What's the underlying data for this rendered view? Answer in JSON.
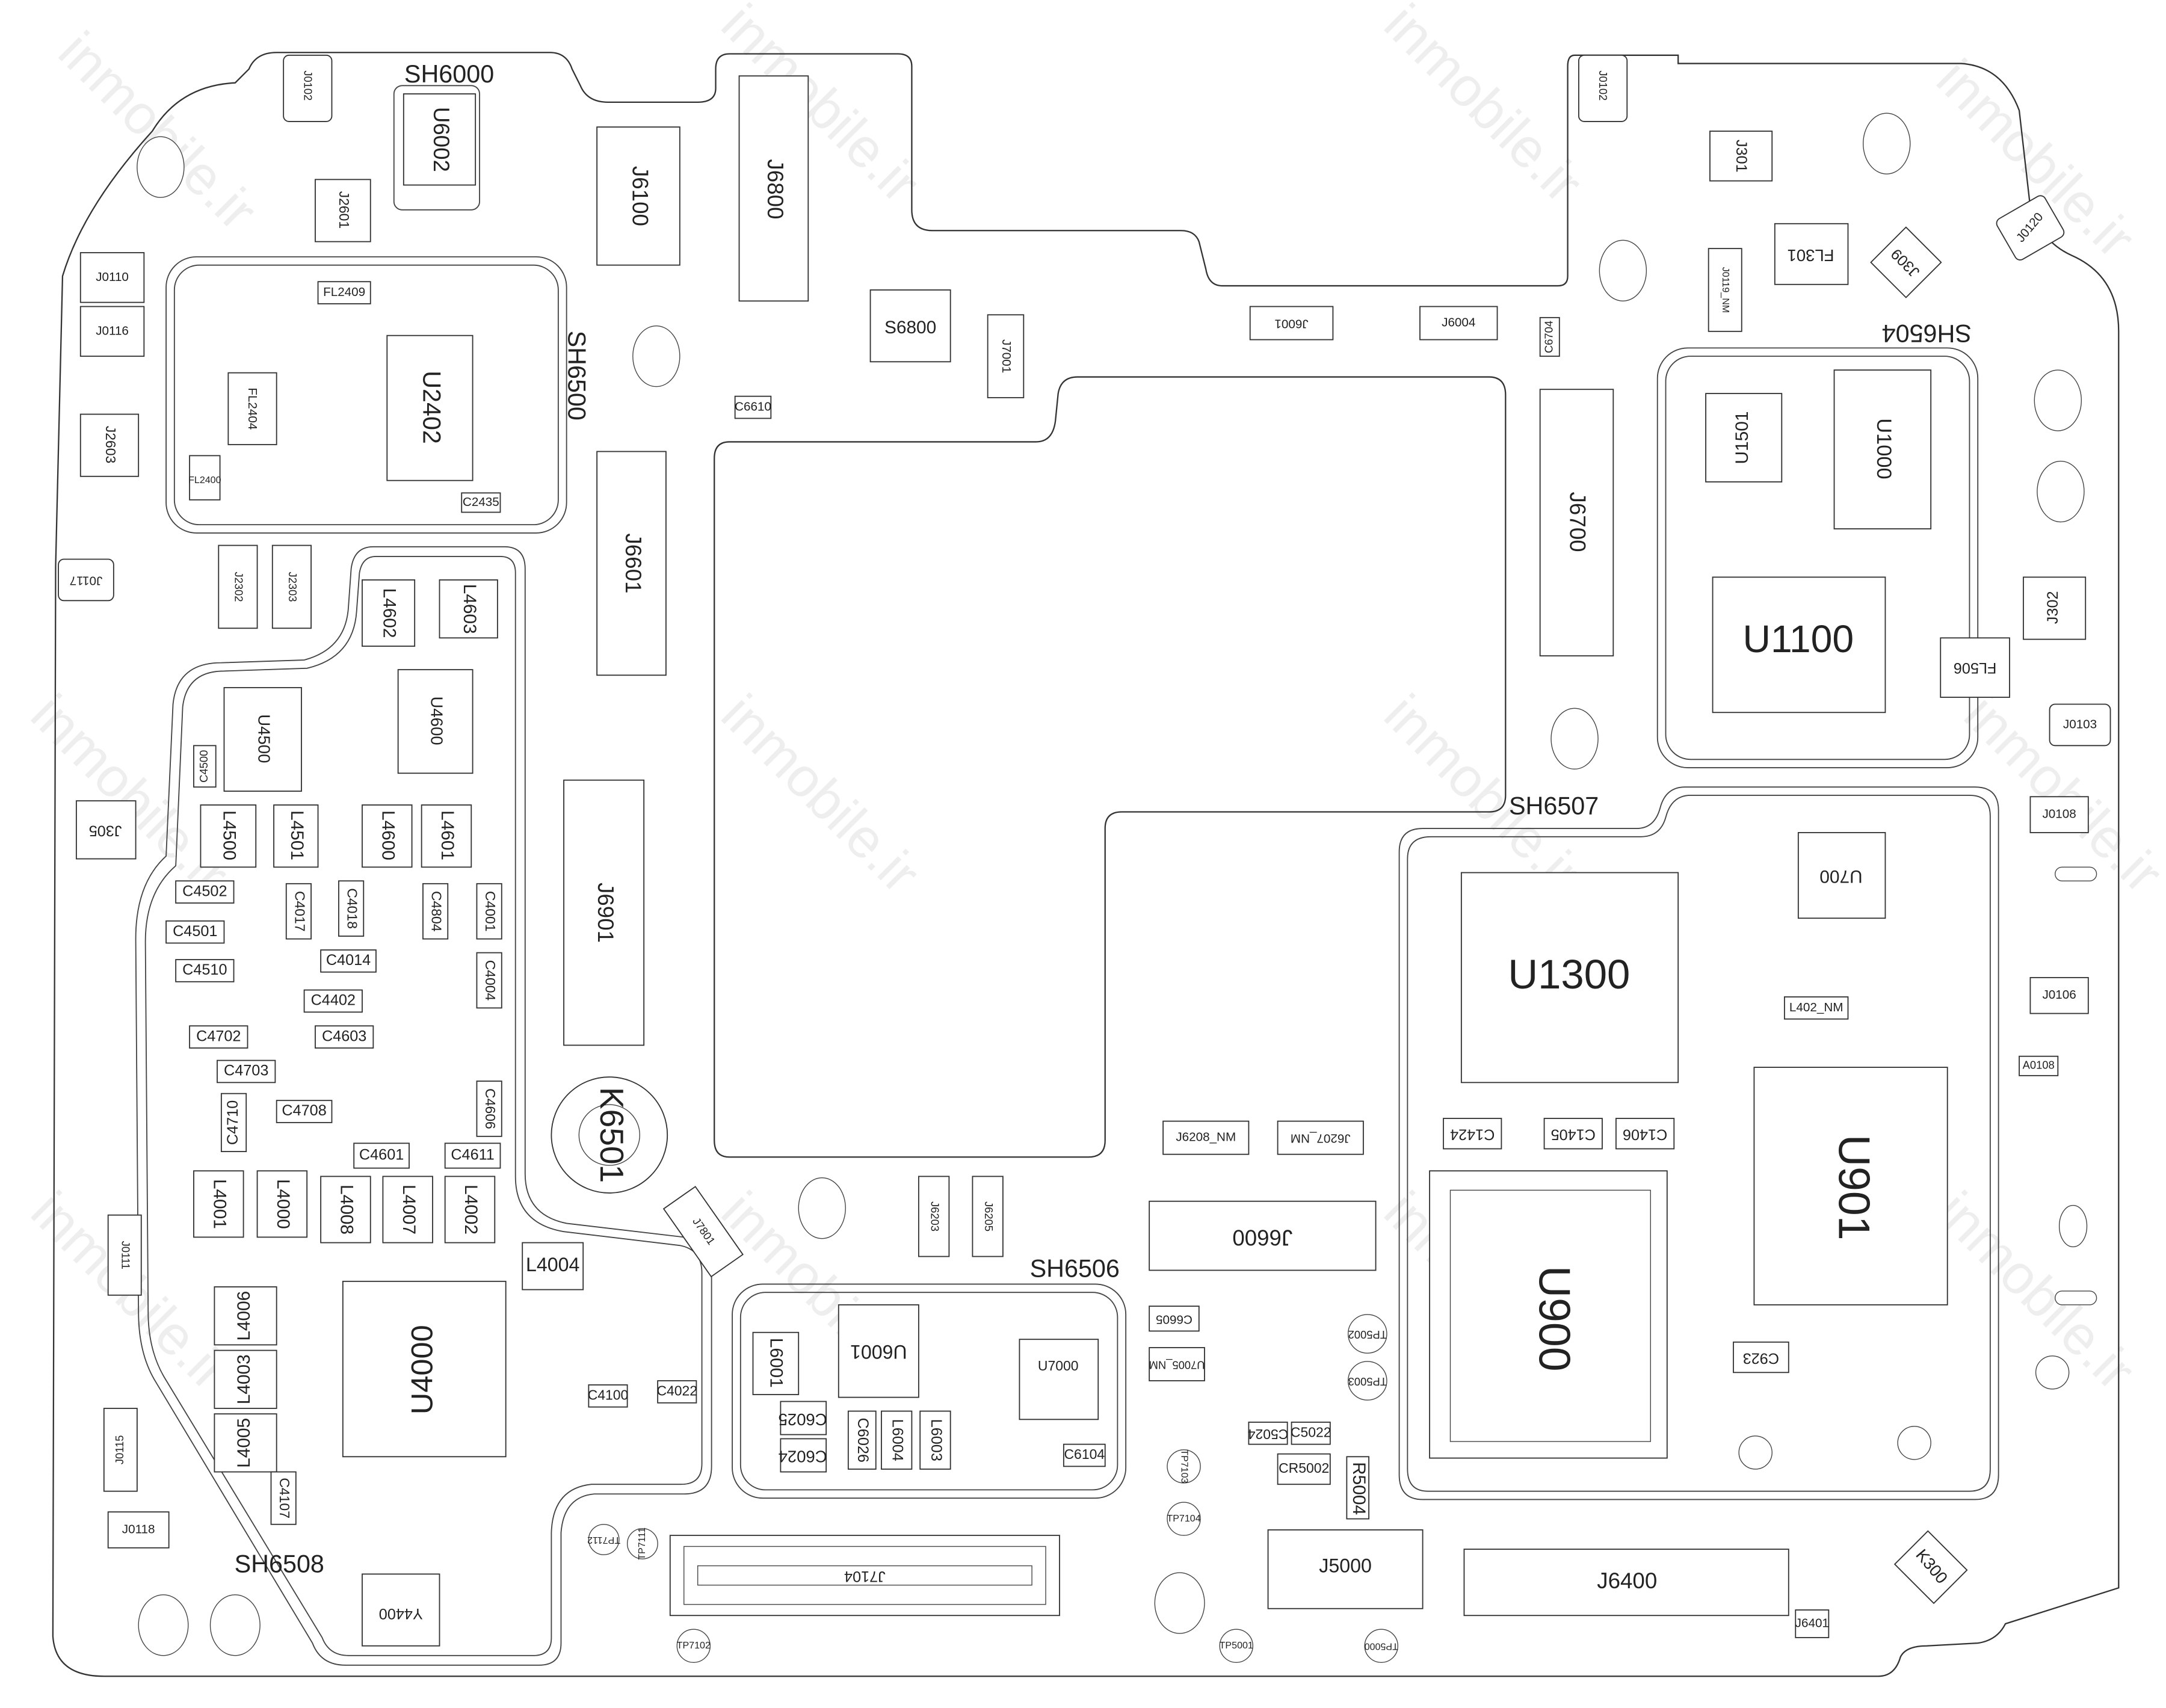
{
  "watermark": "inmobile.ir",
  "shields": {
    "sh6000": "SH6000",
    "sh6500": "SH6500",
    "sh6504": "SH6504",
    "sh6507": "SH6507",
    "sh6506": "SH6506",
    "sh6508": "SH6508"
  },
  "components": {
    "u6002": "U6002",
    "j6100": "J6100",
    "j6800": "J6800",
    "s6800": "S6800",
    "u2402": "U2402",
    "fl2409": "FL2409",
    "fl2404": "FL2404",
    "fl2400": "FL2400",
    "j2601": "J2601",
    "j2603": "J2603",
    "c2435": "C2435",
    "c6610": "C6610",
    "j6601": "J6601",
    "j6901": "J6901",
    "k6501": "K6501",
    "u4600": "U4600",
    "u4500": "U4500",
    "l4602": "L4602",
    "l4603": "L4603",
    "l4500": "L4500",
    "l4501": "L4501",
    "l4600": "L4600",
    "l4601": "L4601",
    "u4000": "U4000",
    "l4006": "L4006",
    "l4003": "L4003",
    "l4005": "L4005",
    "l4001": "L4001",
    "l4000": "L4000",
    "l4008": "L4008",
    "l4007": "L4007",
    "l4002": "L4002",
    "l4004": "L4004",
    "y4400": "Y4400",
    "j7104": "J7104",
    "c4611": "C4611",
    "c4601": "C4601",
    "u6001": "U6001",
    "l6001": "L6001",
    "u7000": "U7000",
    "c6025": "C6025",
    "c6024": "C6024",
    "c6026": "C6026",
    "l6004": "L6004",
    "l6003": "L6003",
    "c6104": "C6104",
    "j6600": "J6600",
    "j5000": "J5000",
    "j6400": "J6400",
    "j6401": "J6401",
    "u900": "U900",
    "u901": "U901",
    "u1300": "U1300",
    "u700": "U700",
    "u1100": "U1100",
    "u1000": "U1000",
    "u1501": "U1501",
    "j6700": "J6700",
    "j301": "J301",
    "fl301": "FL301",
    "j309": "J309",
    "j302": "J302",
    "j305": "J305",
    "fl506": "FL506",
    "c6704": "C6704",
    "c1424": "C1424",
    "c1405": "C1405",
    "c1406": "C1406",
    "c923": "C923",
    "cr5002": "CR5002",
    "r5004": "R5004",
    "c5024": "C5024",
    "c5022": "C5022",
    "c6605": "C6605",
    "u7005": "U7005_NM",
    "l402": "L402_NM",
    "a0108": "A0108",
    "k300": "K300",
    "c4100": "C4100",
    "c4022": "C4022",
    "c4107": "C4107",
    "c4500": "C4500",
    "c4502": "C4502",
    "c4501": "C4501",
    "c4510": "C4510",
    "c4702": "C4702",
    "c4703": "C4703",
    "c4710": "C4710",
    "c4708": "C4708",
    "c4402": "C4402",
    "c4603": "C4603",
    "c4014": "C4014",
    "c4017": "C4017",
    "c4018": "C4018",
    "c4804": "C4804",
    "c4001": "C4001",
    "c4004": "C4004",
    "c4606": "C4606"
  },
  "test_points": {
    "tp5002": "TP5002",
    "tp5003": "TP5003",
    "tp7103": "TP7103",
    "tp7104": "TP7104",
    "tp5001": "TP5001",
    "tp5000": "TP5000",
    "tp7102": "TP7102",
    "tp7112": "TP7112",
    "tp7111": "TP7111"
  },
  "connectors": {
    "j0117": "J0117",
    "j0103": "J0103",
    "j0108": "J0108",
    "j0106": "J0106",
    "j0120": "J0120",
    "j0102a": "J0102",
    "j0102b": "J0102",
    "j6001": "J6001",
    "j6004": "J6004",
    "j7001": "J7001",
    "j6208": "J6208_NM",
    "j6207": "J6207_NM",
    "j6203": "J6203",
    "j6205": "J6205",
    "j0118": "J0118",
    "j0111": "J0111",
    "j0115": "J0115",
    "j0119": "J0119_NM",
    "j0110": "J0110",
    "j0116": "J0116",
    "j2302": "J2302",
    "j2303": "J2303",
    "j7801": "J7801"
  }
}
